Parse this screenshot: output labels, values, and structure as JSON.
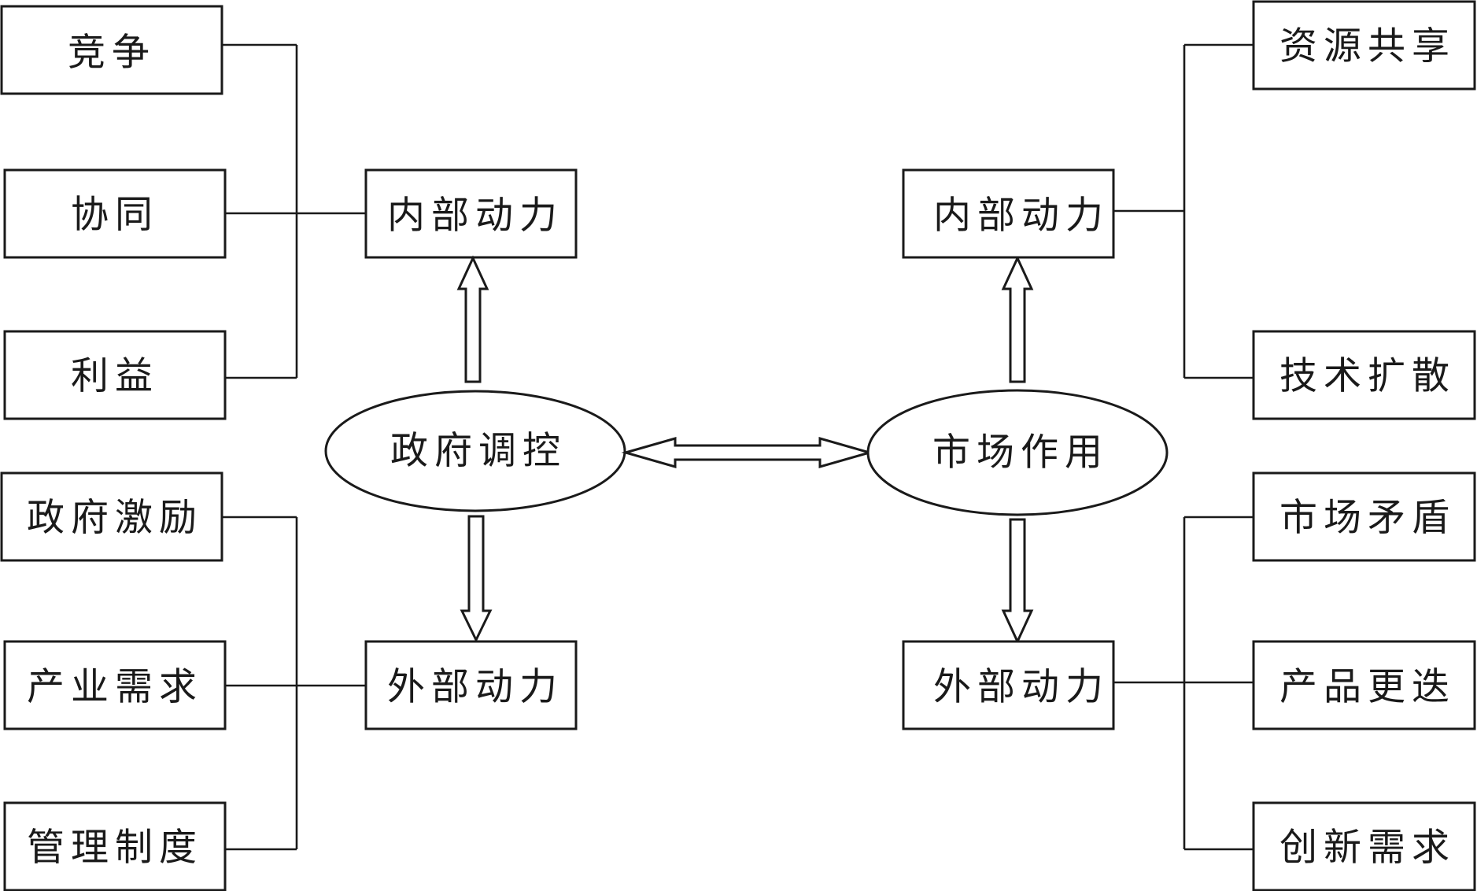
{
  "left": {
    "center": "政府调控",
    "internal": "内部动力",
    "external": "外部动力",
    "internal_factors": [
      "竞争",
      "协同",
      "利益"
    ],
    "external_factors": [
      "政府激励",
      "产业需求",
      "管理制度"
    ]
  },
  "right": {
    "center": "市场作用",
    "internal": "内部动力",
    "external": "外部动力",
    "internal_factors": [
      "资源共享",
      "技术扩散"
    ],
    "external_factors": [
      "市场矛盾",
      "产品更迭",
      "创新需求"
    ]
  },
  "colors": {
    "stroke": "#1a1a1a",
    "fill": "#ffffff"
  }
}
